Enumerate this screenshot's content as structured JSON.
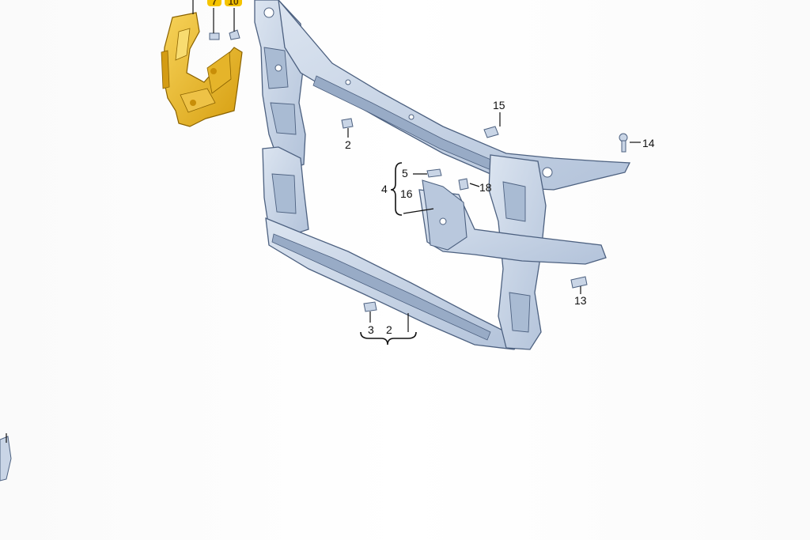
{
  "diagram": {
    "callouts": {
      "c2_top": "2",
      "c3_bottom": "3",
      "c2_bottom": "2",
      "c4": "4",
      "c5": "5",
      "c16": "16",
      "c18": "18",
      "c13": "13",
      "c14": "14",
      "c15": "15",
      "badge_left": "7",
      "badge_right": "10"
    },
    "colors": {
      "frame_fill": "#c9d5e6",
      "frame_shade": "#98abc6",
      "frame_stroke": "#4d6180",
      "bracket_fill": "#f2c23a",
      "bracket_shade": "#d49c14",
      "badge_fill": "#f5c400"
    }
  }
}
